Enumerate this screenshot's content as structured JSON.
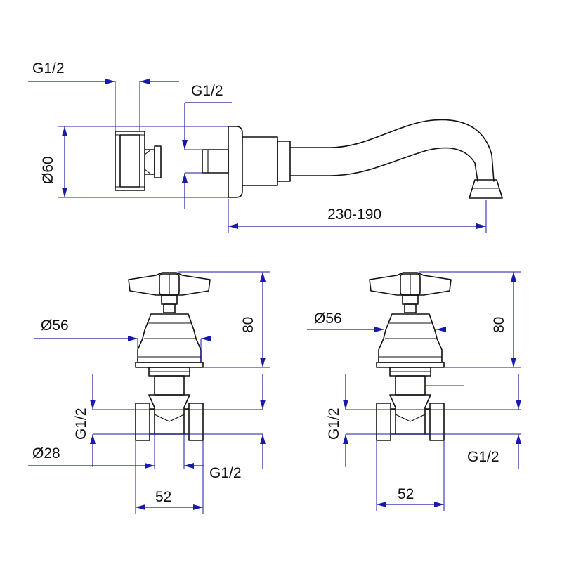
{
  "colors": {
    "outline": "#111111",
    "dimension": "#1a1aa8",
    "background": "#ffffff"
  },
  "spout_view": {
    "tee_thread": "G1/2",
    "outlet_thread": "G1/2",
    "flange_diameter": "Ø60",
    "reach": "230-190"
  },
  "valve_left": {
    "handle_height": "80",
    "bonnet_diameter": "Ø56",
    "inlet_thread": "G1/2",
    "body_diameter": "Ø28",
    "outlet_thread": "G1/2",
    "body_width": "52"
  },
  "valve_right": {
    "handle_height": "80",
    "bonnet_diameter": "Ø56",
    "inlet_thread": "G1/2",
    "outlet_thread": "G1/2",
    "body_width": "52"
  }
}
